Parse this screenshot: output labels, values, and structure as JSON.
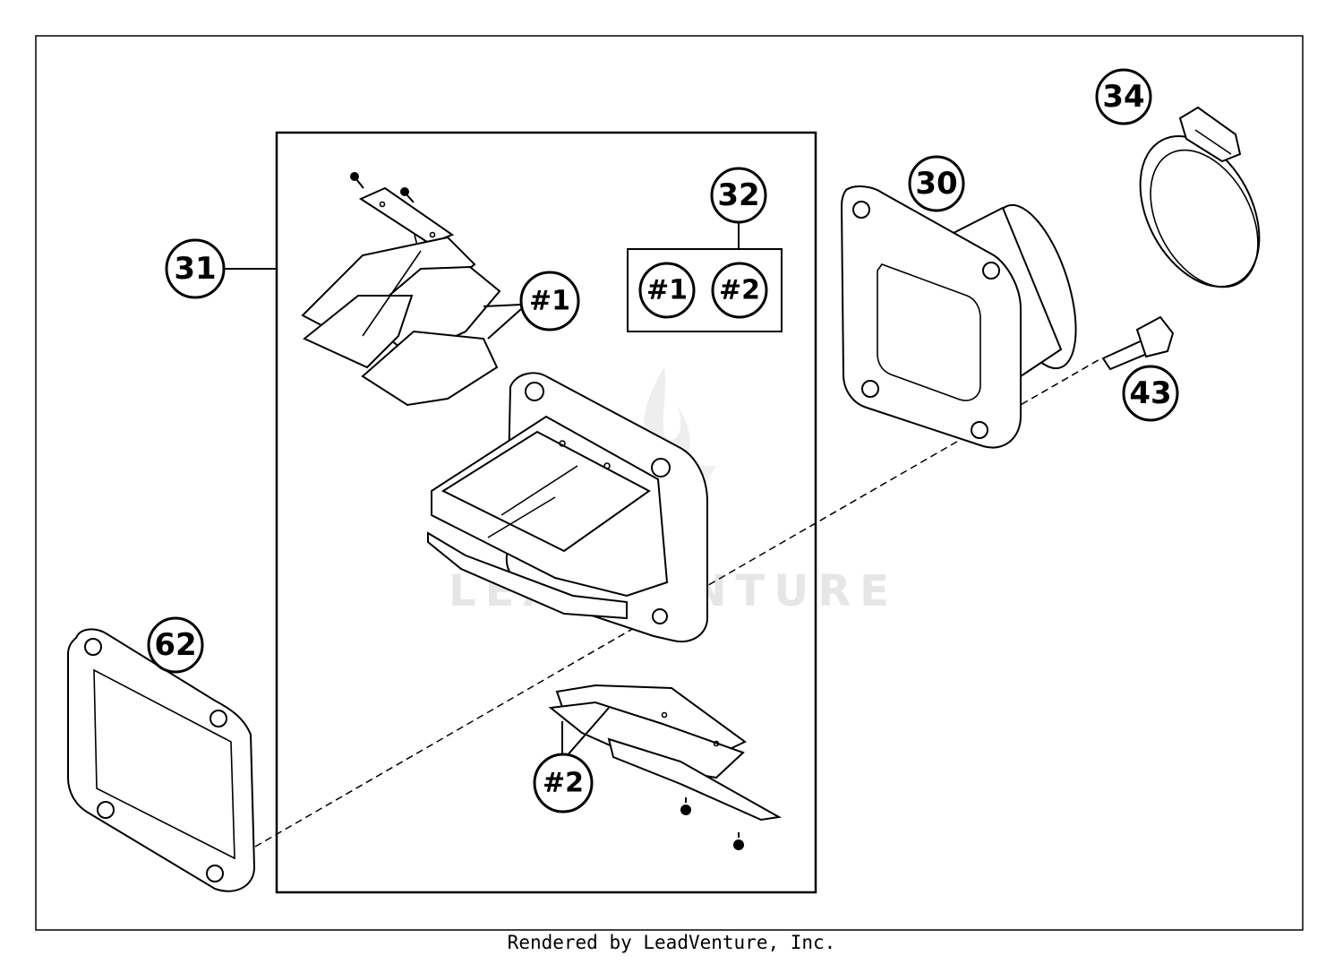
{
  "watermark": {
    "text": "LEADVENTURE"
  },
  "callouts": {
    "c31": "31",
    "c32": "32",
    "c30": "30",
    "c34": "34",
    "c43": "43",
    "c62": "62",
    "c_reed1": "#1",
    "c_reed2": "#2",
    "c_box1": "#1",
    "c_box2": "#2"
  },
  "footer": {
    "text": "Rendered by LeadVenture, Inc."
  }
}
